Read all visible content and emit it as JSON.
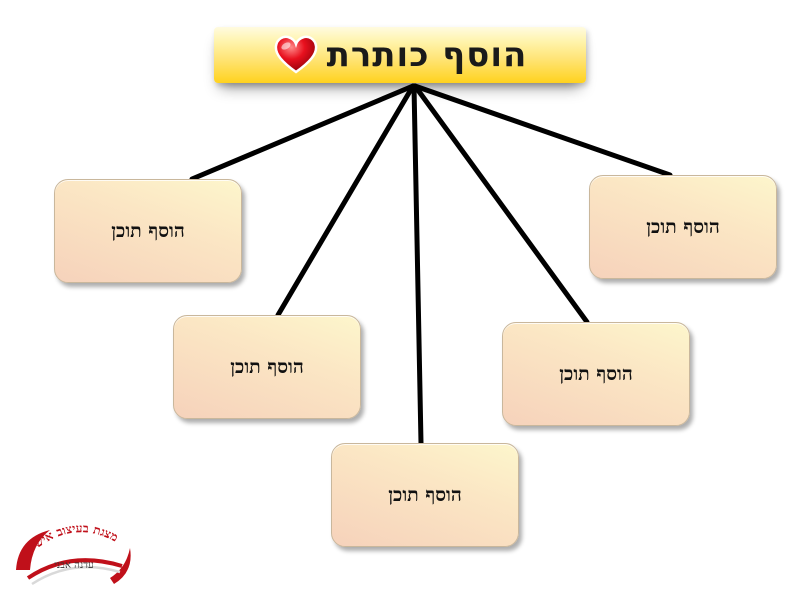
{
  "title": {
    "text": "הוסף כותרת",
    "icon": "heart-icon",
    "gradient_colors": [
      "#fffbe0",
      "#ffd21e"
    ]
  },
  "boxes": [
    {
      "label": "הוסף תוכן"
    },
    {
      "label": "הוסף תוכן"
    },
    {
      "label": "הוסף תוכן"
    },
    {
      "label": "הוסף תוכן"
    },
    {
      "label": "הוסף תוכן"
    }
  ],
  "logo": {
    "line1": "מצגת בעיצוב אישי",
    "line2": "עדנה אבני",
    "accent_color": "#c0101a"
  },
  "colors": {
    "connector": "#000000",
    "box_fill_top": "#fdf6cc",
    "box_fill_bottom": "#f6d2bb",
    "heart": "#e0101e"
  }
}
